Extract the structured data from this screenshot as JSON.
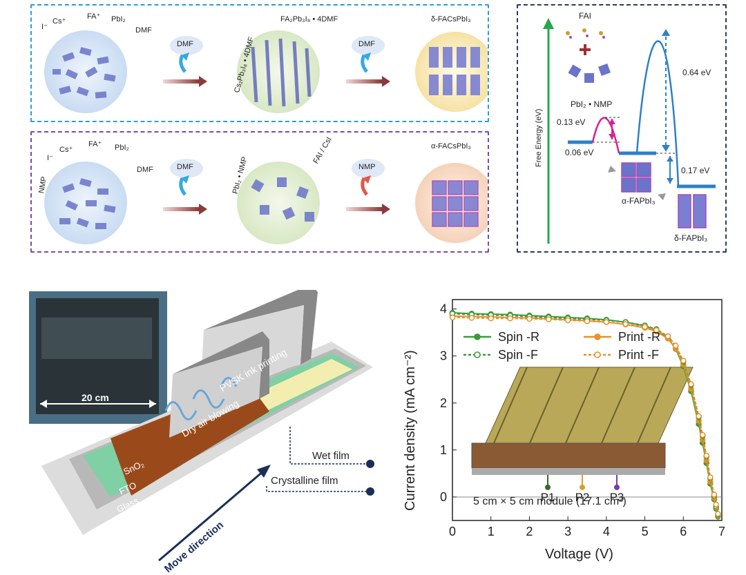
{
  "panel_a": {
    "top_row": {
      "left_labels": [
        "I⁻",
        "Cs⁺",
        "FA⁺",
        "PbI₂",
        "DMF"
      ],
      "arrow1_solvent": "DMF",
      "mid_label_1": "Cs₂Pb₃I₈ • 4DMF",
      "mid_label_2": "FA₂Pb₃I₈ • 4DMF",
      "arrow2_solvent": "DMF",
      "product": "δ-FACsPbI₃"
    },
    "bottom_row": {
      "left_labels": [
        "NMP",
        "I⁻",
        "Cs⁺",
        "FA⁺",
        "PbI₂",
        "DMF"
      ],
      "arrow1_solvent": "DMF",
      "mid_label_1": "PbI₂ • NMP",
      "mid_label_2": "FAI / CsI",
      "arrow2_solvent": "NMP",
      "product": "α-FACsPbI₃"
    }
  },
  "panel_b": {
    "y_axis_label": "Free Energy (eV)",
    "reactant_1": "FAI",
    "reactant_2": "PbI₂ • NMP",
    "barrier_small": "0.13 eV",
    "level_small": "0.06 eV",
    "barrier_large": "0.64 eV",
    "gap": "0.17 eV",
    "phase_alpha": "α-FAPbI₃",
    "phase_delta": "δ-FAPbI₃",
    "colors": {
      "arrow": "#27a84a",
      "small_barrier": "#d6218f",
      "large_barrier": "#2f7fc6"
    }
  },
  "panel_c": {
    "photo_scale": "20 cm",
    "heads": [
      "PVSK ink printing",
      "Dry air blowing"
    ],
    "layers": [
      "SnO₂",
      "FTO",
      "Glass"
    ],
    "callouts": [
      "Wet film",
      "Crystalline film"
    ],
    "move_label": "Move direction"
  },
  "chart_data": {
    "type": "line",
    "xlabel": "Voltage (V)",
    "ylabel": "Current density (mA cm⁻²)",
    "xlim": [
      0,
      7
    ],
    "ylim": [
      -0.5,
      4.2
    ],
    "xticks": [
      "0",
      "1",
      "2",
      "3",
      "4",
      "5",
      "6",
      "7"
    ],
    "yticks": [
      "0",
      "1",
      "2",
      "3",
      "4"
    ],
    "legend_position": "top",
    "annotation": "5 cm × 5 cm module (17.1 cm²)",
    "inset_labels": [
      "P1",
      "P2",
      "P3"
    ],
    "series": [
      {
        "name": "Spin -R",
        "color": "#3a9a3a",
        "style": "solid-filled",
        "x": [
          0,
          0.5,
          1,
          1.5,
          2,
          2.5,
          3,
          3.5,
          4,
          4.5,
          5,
          5.3,
          5.6,
          5.8,
          6.0,
          6.2,
          6.4,
          6.5,
          6.6,
          6.7,
          6.8,
          6.85,
          6.9
        ],
        "y": [
          3.92,
          3.9,
          3.89,
          3.88,
          3.86,
          3.84,
          3.82,
          3.8,
          3.77,
          3.72,
          3.64,
          3.55,
          3.38,
          3.15,
          2.78,
          2.25,
          1.55,
          1.15,
          0.72,
          0.28,
          -0.05,
          -0.25,
          -0.42
        ]
      },
      {
        "name": "Print -R",
        "color": "#e8902a",
        "style": "solid-filled",
        "x": [
          0,
          0.5,
          1,
          1.5,
          2,
          2.5,
          3,
          3.5,
          4,
          4.5,
          5,
          5.3,
          5.6,
          5.8,
          6.0,
          6.2,
          6.4,
          6.5,
          6.6,
          6.7,
          6.8,
          6.85,
          6.9
        ],
        "y": [
          3.85,
          3.84,
          3.83,
          3.82,
          3.81,
          3.79,
          3.77,
          3.75,
          3.72,
          3.67,
          3.6,
          3.52,
          3.37,
          3.16,
          2.82,
          2.3,
          1.62,
          1.22,
          0.78,
          0.33,
          -0.02,
          -0.22,
          -0.4
        ]
      },
      {
        "name": "Spin -F",
        "color": "#3a9a3a",
        "style": "dotted-open",
        "x": [
          0,
          0.5,
          1,
          1.5,
          2,
          2.5,
          3,
          3.5,
          4,
          4.5,
          5,
          5.3,
          5.6,
          5.8,
          6.0,
          6.2,
          6.4,
          6.5,
          6.6,
          6.7,
          6.8,
          6.85,
          6.9
        ],
        "y": [
          3.9,
          3.88,
          3.87,
          3.86,
          3.84,
          3.82,
          3.8,
          3.78,
          3.76,
          3.72,
          3.65,
          3.57,
          3.42,
          3.22,
          2.88,
          2.38,
          1.7,
          1.3,
          0.86,
          0.4,
          0.02,
          -0.2,
          -0.38
        ]
      },
      {
        "name": "Print -F",
        "color": "#e8902a",
        "style": "dotted-open",
        "x": [
          0,
          0.5,
          1,
          1.5,
          2,
          2.5,
          3,
          3.5,
          4,
          4.5,
          5,
          5.3,
          5.6,
          5.8,
          6.0,
          6.2,
          6.4,
          6.5,
          6.6,
          6.7,
          6.8,
          6.85,
          6.9
        ],
        "y": [
          3.82,
          3.81,
          3.8,
          3.8,
          3.79,
          3.78,
          3.76,
          3.74,
          3.72,
          3.68,
          3.62,
          3.55,
          3.42,
          3.22,
          2.9,
          2.4,
          1.72,
          1.32,
          0.88,
          0.42,
          0.05,
          -0.16,
          -0.36
        ]
      }
    ]
  }
}
